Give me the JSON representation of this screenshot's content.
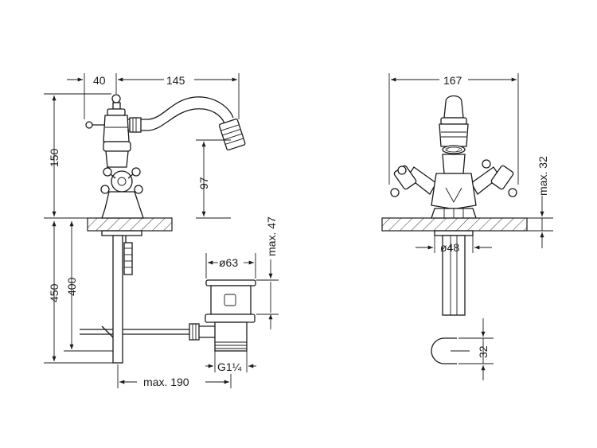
{
  "dimensions": {
    "spout_offset": "40",
    "spout_reach": "145",
    "overall_height": "150",
    "spout_height": "97",
    "max_thickness_47": "max. 47",
    "depth_450": "450",
    "depth_400": "400",
    "waste_diameter": "ø63",
    "waste_thread": "G1¼",
    "waste_reach": "max. 190",
    "front_width": "167",
    "max_thickness_32": "max. 32",
    "base_diameter": "ø48",
    "hole_diameter": "32"
  },
  "icons": {
    "dimension_arrow": "dimension-arrow-icon"
  }
}
